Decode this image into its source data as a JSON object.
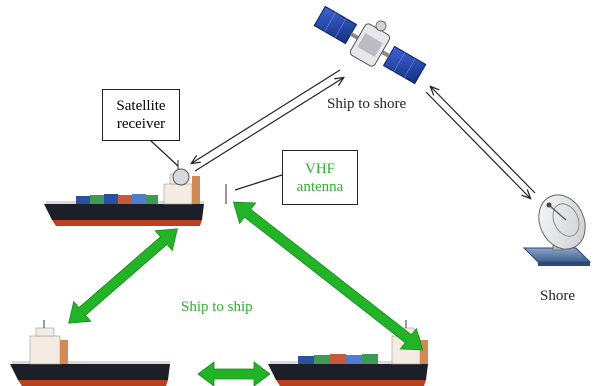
{
  "labels": {
    "satellite_receiver": [
      "Satellite",
      "receiver"
    ],
    "vhf_antenna": [
      "VHF",
      "antenna"
    ],
    "ship_to_shore": "Ship to shore",
    "ship_to_ship": "Ship to ship",
    "shore": "Shore"
  },
  "colors": {
    "green_arrow": "#22b326",
    "green_text": "#2fb030",
    "hull": "#1c1f27",
    "hull_bottom": "#b8411f",
    "superstructure": "#f4ece2",
    "satellite_panel": "#1f3fa8"
  },
  "icons": [
    "satellite-icon",
    "ship-icon",
    "satellite-dish-icon"
  ]
}
